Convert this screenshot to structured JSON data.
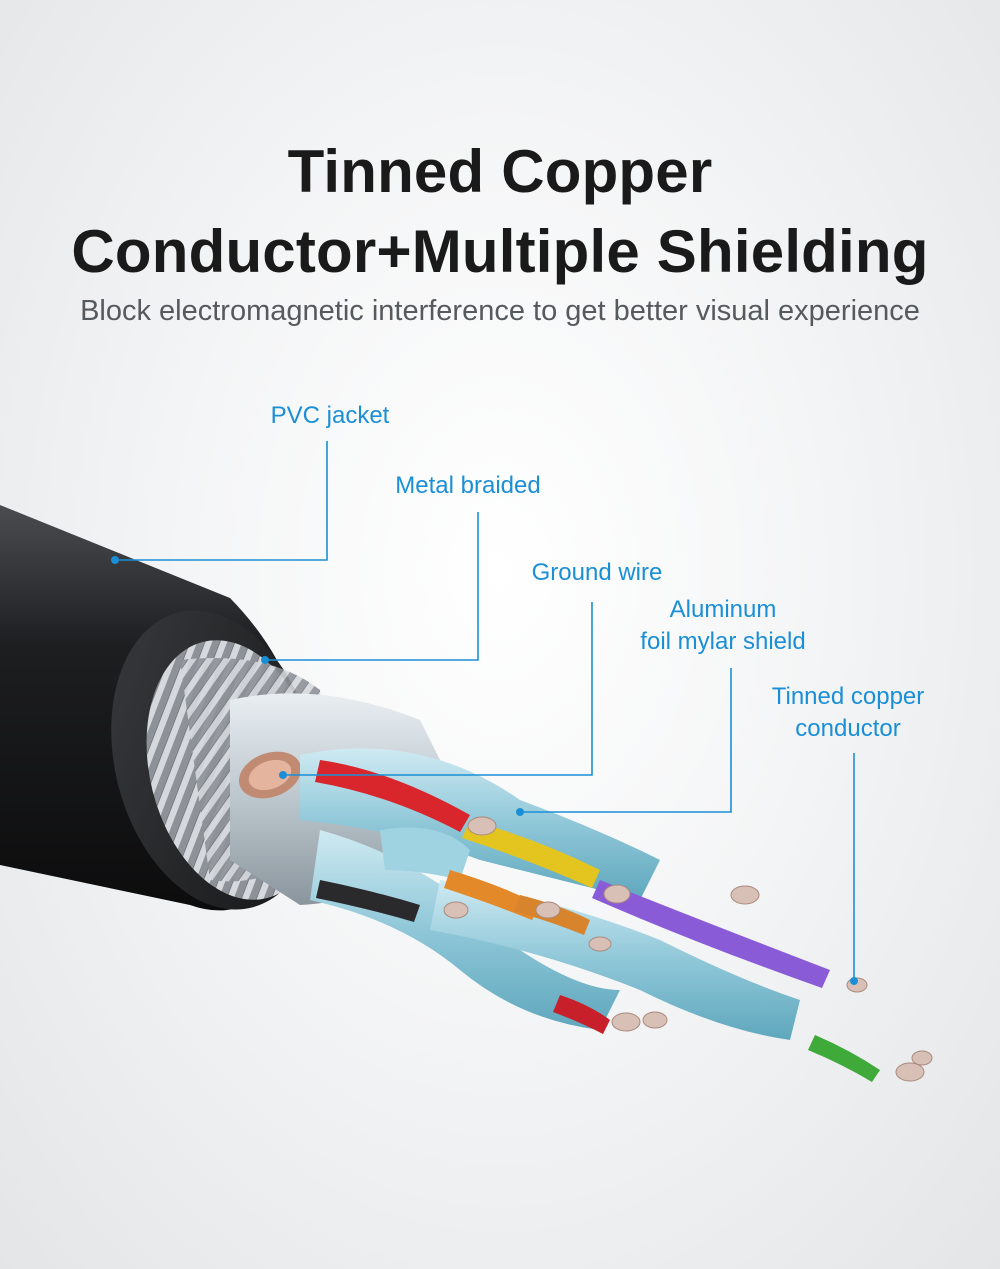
{
  "header": {
    "title_line1": "Tinned Copper",
    "title_line2": "Conductor+Multiple Shielding",
    "subtitle": "Block electromagnetic interference to get better visual experience"
  },
  "callouts": {
    "pvc_jacket": "PVC jacket",
    "metal_braided": "Metal braided",
    "ground_wire": "Ground wire",
    "aluminum_line1": "Aluminum",
    "aluminum_line2": "foil mylar shield",
    "tinned_line1": "Tinned copper",
    "tinned_line2": "conductor"
  },
  "colors": {
    "callout": "#1b8fd6",
    "title": "#1a1a1a",
    "subtitle": "#555a5e",
    "jacket": "#1e1f21"
  }
}
